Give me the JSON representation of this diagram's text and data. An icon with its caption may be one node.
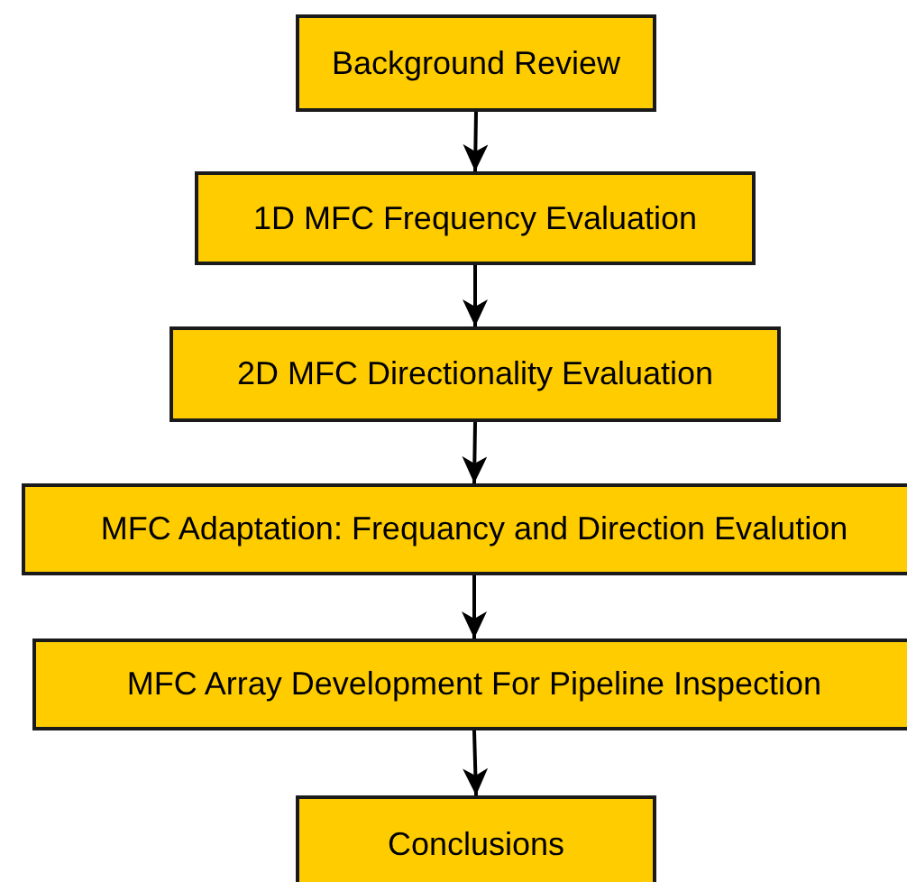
{
  "diagram": {
    "nodes": [
      {
        "text": [
          "Background Review"
        ]
      },
      {
        "text": [
          "1D MFC Frequency Evaluation"
        ]
      },
      {
        "text": [
          "2D MFC Directionality Evaluation"
        ]
      },
      {
        "text": [
          "MFC Adaptation: Frequancy and Direction Evalution"
        ]
      },
      {
        "text": [
          "MFC Array Development For Pipeline Inspection"
        ]
      },
      {
        "text": [
          "Conclusions"
        ]
      }
    ],
    "edges": [
      {
        "from": 0,
        "to": 1,
        "arrow": "to"
      },
      {
        "from": 1,
        "to": 2,
        "arrow": "to"
      },
      {
        "from": 2,
        "to": 3,
        "arrow": "to"
      },
      {
        "from": 3,
        "to": 4,
        "arrow": "to"
      },
      {
        "from": 4,
        "to": 5,
        "arrow": "to"
      }
    ]
  }
}
